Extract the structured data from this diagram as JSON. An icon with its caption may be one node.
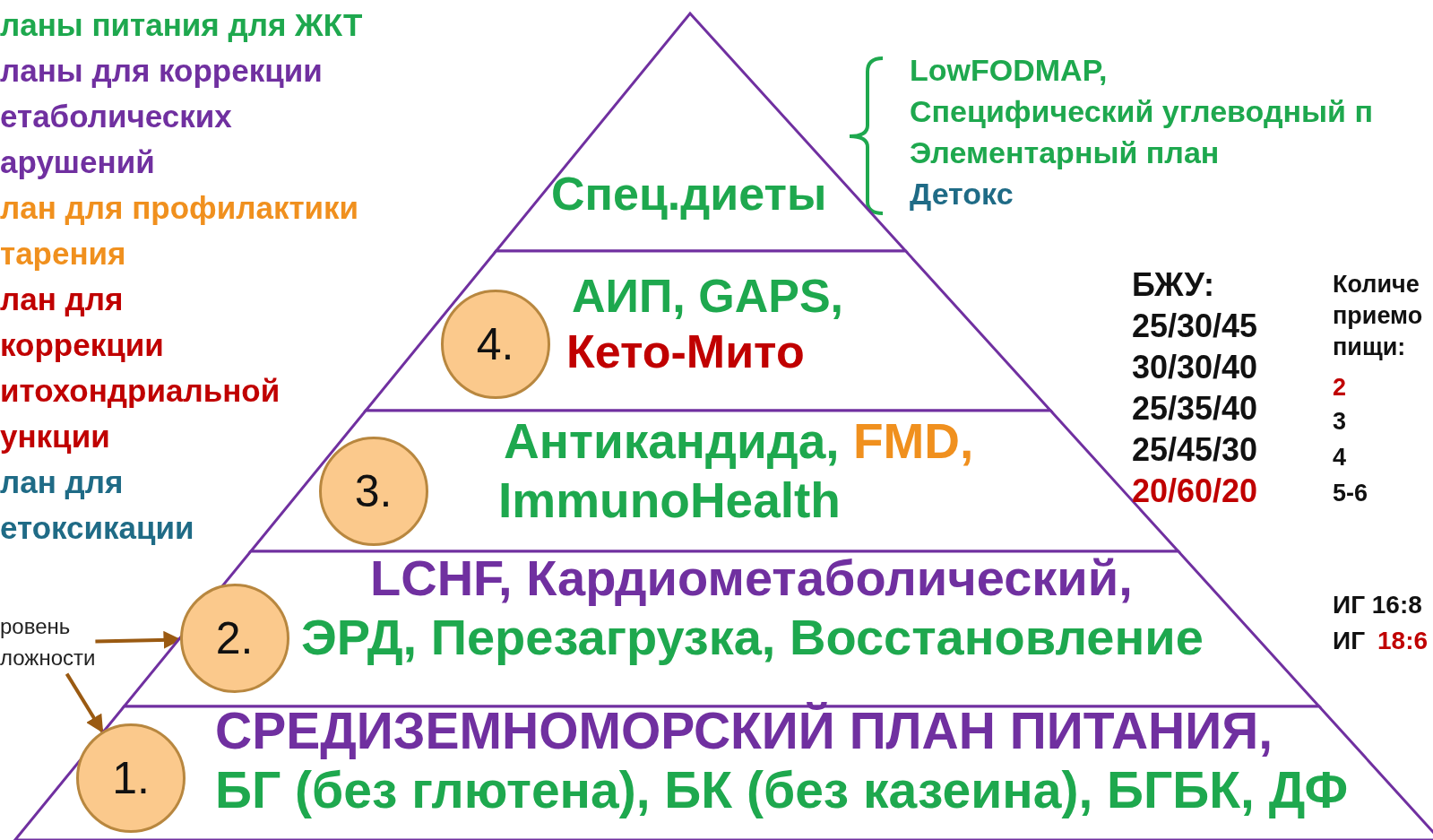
{
  "diagram": {
    "nodes": [
      {
        "text": [
          "Спец.диеты"
        ],
        "beside": [
          "LowFODMAP,",
          "Специфический углеводный п",
          "Элементарный план",
          "Детокс"
        ]
      },
      {
        "text": [
          "АИП, GAPS,",
          "Кето-Мито"
        ]
      },
      {
        "text": [
          "Антикандида,",
          "FMD,",
          "ImmunoHealth"
        ]
      },
      {
        "text": [
          "LCHF, Кардиометаболический,",
          "ЭРД, Перезагрузка, Восстановление"
        ]
      },
      {
        "text": [
          "СРЕДИЗЕМНОМОРСКИЙ ПЛАН ПИТАНИЯ,",
          "БГ (без глютена), БК (без казеина),  БГБК, ДФ"
        ]
      },
      {
        "text": [
          "4."
        ],
        "in": 1
      },
      {
        "text": [
          "3."
        ],
        "in": 2
      },
      {
        "text": [
          "2."
        ],
        "in": 3
      },
      {
        "text": [
          "1."
        ],
        "in": 4
      },
      {
        "text": [
          "ровень ложности"
        ]
      }
    ],
    "edges": [
      {
        "from": 9,
        "to": 7,
        "arrow": "to"
      },
      {
        "from": 9,
        "to": 8,
        "arrow": "to"
      }
    ],
    "labels": [
      "ланы питания для ЖКТ",
      "ланы для коррекции етаболических арушений",
      "лан для профилактики тарения",
      "лан для коррекции итохондриальной ункции",
      "лан для етоксикации",
      "БЖУ:",
      "25/30/45",
      "30/30/40",
      "25/35/40",
      "25/45/30",
      "20/60/20",
      "Количе приемо пищи:",
      "2",
      "3",
      "4",
      "5-6",
      "ИГ 16:8",
      "ИГ",
      "18:6"
    ]
  }
}
